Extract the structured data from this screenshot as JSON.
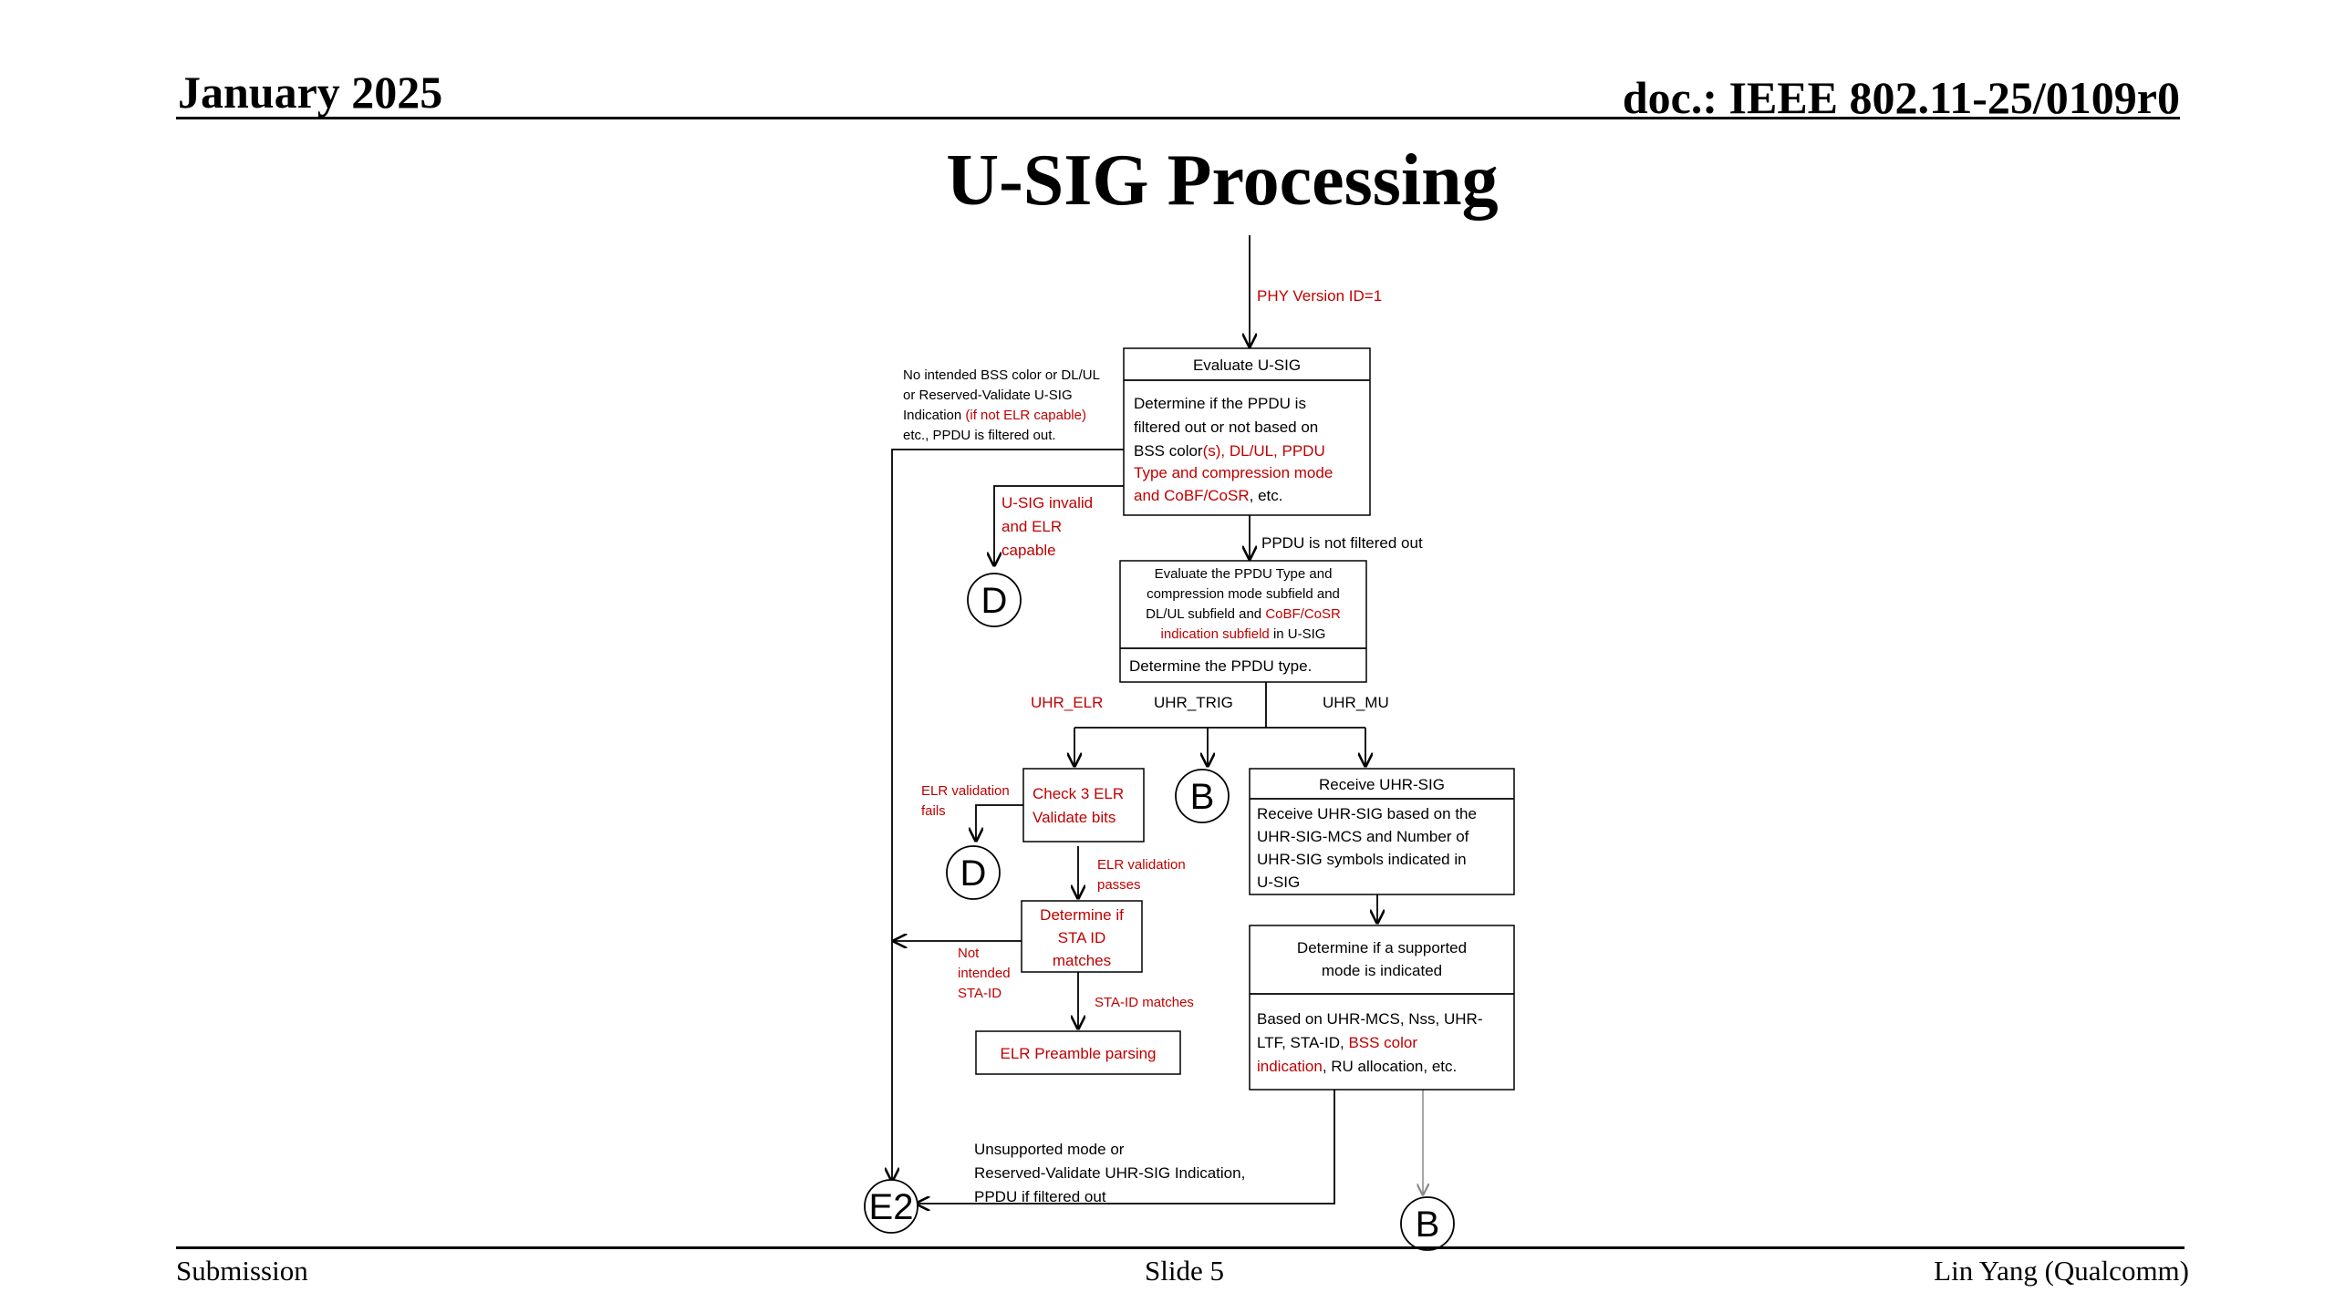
{
  "header": {
    "date": "January 2025",
    "doc": "doc.: IEEE 802.11-25/0109r0"
  },
  "title": "U-SIG Processing",
  "footer": {
    "left": "Submission",
    "center": "Slide 5",
    "right": "Lin Yang (Qualcomm)"
  },
  "flowchart": {
    "entry_label": "PHY Version ID=1",
    "evaluate_usig": {
      "title": "Evaluate  U-SIG",
      "body_l1": "Determine if the PPDU is",
      "body_l2": "filtered out or not based on",
      "body_l3a": "BSS color",
      "body_l3b": "(s), DL/UL, PPDU",
      "body_l4": "Type and compression mode",
      "body_l5a": "and CoBF/CoSR",
      "body_l5b": ", etc."
    },
    "filtered_note": {
      "l1": "No intended BSS color or DL/UL",
      "l2": "or Reserved-Validate U-SIG",
      "l3a": "Indication ",
      "l3b": "(if not ELR capable)",
      "l4": "etc., PPDU is filtered out."
    },
    "usig_invalid": {
      "l1": "U-SIG invalid",
      "l2": "and ELR",
      "l3": "capable"
    },
    "not_filtered_label": "PPDU is not filtered out",
    "evaluate_ppdu_type": {
      "l1": "Evaluate the PPDU Type and",
      "l2": "compression mode subfield and",
      "l3a": "DL/UL subfield and ",
      "l3b": "CoBF/CoSR",
      "l4a": "indication subfield",
      "l4b": " in U-SIG",
      "bottom": "Determine the PPDU type."
    },
    "branch_elr": "UHR_ELR",
    "branch_trig": "UHR_TRIG",
    "branch_mu": "UHR_MU",
    "check_elr": {
      "l1": "Check 3 ELR",
      "l2": "Validate bits"
    },
    "elr_fails": {
      "l1": "ELR validation",
      "l2": "fails"
    },
    "elr_passes": {
      "l1": "ELR validation",
      "l2": "passes"
    },
    "sta_id": {
      "l1": "Determine if",
      "l2": "STA ID",
      "l3": "matches"
    },
    "not_intended": {
      "l1": "Not",
      "l2": "intended",
      "l3": "STA-ID"
    },
    "sta_matches": "STA-ID matches",
    "elr_preamble": "ELR Preamble parsing",
    "receive_uhr": {
      "title": "Receive UHR-SIG",
      "l1": "Receive UHR-SIG based on the",
      "l2": "UHR-SIG-MCS and Number of",
      "l3": "UHR-SIG symbols indicated in",
      "l4": "U-SIG"
    },
    "supported_mode": {
      "l1": "Determine if a supported",
      "l2": "mode is indicated",
      "b1": "Based on UHR-MCS, Nss, UHR-",
      "b2a": "LTF, STA-ID, ",
      "b2b": "BSS color",
      "b3a": "indication",
      "b3b": ", RU allocation, etc."
    },
    "unsupported": {
      "l1": "Unsupported mode or",
      "l2": "Reserved-Validate UHR-SIG Indication,",
      "l3": "PPDU if filtered out"
    },
    "connectors": {
      "d": "D",
      "b": "B",
      "e2": "E2"
    }
  }
}
